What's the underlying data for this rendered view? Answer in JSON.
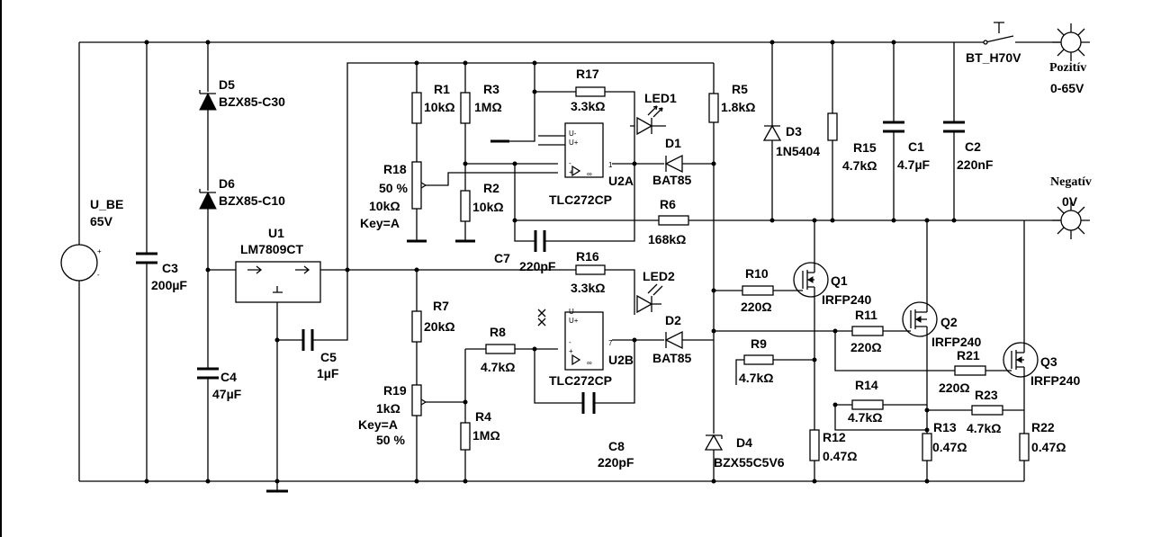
{
  "source_labels": {
    "u_be_name": "U_BE",
    "u_be_value": "65V",
    "plus": "+",
    "minus": "-"
  },
  "terminals": {
    "positive_name": "Pozitív",
    "positive_range": "0-65V",
    "negative_name": "Negatív",
    "negative_value": "0V",
    "switch_name": "BT_H70V"
  },
  "regulator": {
    "name": "U1",
    "part": "LM7809CT"
  },
  "opamps": {
    "u2a": {
      "name": "U2A",
      "part": "TLC272CP"
    },
    "u2b": {
      "name": "U2B",
      "part": "TLC272CP"
    },
    "pin_labels": {
      "u_minus": "U-",
      "u_plus": "U+",
      "minus": "-",
      "plus": "+",
      "inf": "∞",
      "n1": "1",
      "n7": "7"
    }
  },
  "diodes": {
    "d5": {
      "name": "D5",
      "part": "BZX85-C30"
    },
    "d6": {
      "name": "D6",
      "part": "BZX85-C10"
    },
    "d1": {
      "name": "D1",
      "part": "BAT85"
    },
    "d2": {
      "name": "D2",
      "part": "BAT85"
    },
    "d3": {
      "name": "D3",
      "part": "1N5404"
    },
    "d4": {
      "name": "D4",
      "part": "BZX55C5V6"
    },
    "led1": {
      "name": "LED1"
    },
    "led2": {
      "name": "LED2"
    }
  },
  "capacitors": {
    "c1": {
      "name": "C1",
      "value": "4.7µF"
    },
    "c2": {
      "name": "C2",
      "value": "220nF"
    },
    "c3": {
      "name": "C3",
      "value": "200µF"
    },
    "c4": {
      "name": "C4",
      "value": "47µF"
    },
    "c5": {
      "name": "C5",
      "value": "1µF"
    },
    "c7": {
      "name": "C7",
      "value": "220pF"
    },
    "c8": {
      "name": "C8",
      "value": "220pF"
    }
  },
  "resistors": {
    "r1": {
      "name": "R1",
      "value": "10kΩ"
    },
    "r2": {
      "name": "R2",
      "value": "10kΩ"
    },
    "r3": {
      "name": "R3",
      "value": "1MΩ"
    },
    "r4": {
      "name": "R4",
      "value": "1MΩ"
    },
    "r5": {
      "name": "R5",
      "value": "1.8kΩ"
    },
    "r6": {
      "name": "R6",
      "value": "168kΩ"
    },
    "r7": {
      "name": "R7",
      "value": "20kΩ"
    },
    "r8": {
      "name": "R8",
      "value": "4.7kΩ"
    },
    "r9": {
      "name": "R9",
      "value": "4.7kΩ"
    },
    "r10": {
      "name": "R10",
      "value": "220Ω"
    },
    "r11": {
      "name": "R11",
      "value": "220Ω"
    },
    "r12": {
      "name": "R12",
      "value": "0.47Ω"
    },
    "r13": {
      "name": "R13",
      "value": "0.47Ω"
    },
    "r14": {
      "name": "R14",
      "value": "4.7kΩ"
    },
    "r15": {
      "name": "R15",
      "value": "4.7kΩ"
    },
    "r16": {
      "name": "R16",
      "value": "3.3kΩ"
    },
    "r17": {
      "name": "R17",
      "value": "3.3kΩ"
    },
    "r21": {
      "name": "R21",
      "value": "220Ω"
    },
    "r22": {
      "name": "R22",
      "value": "0.47Ω"
    },
    "r23": {
      "name": "R23",
      "value": "4.7kΩ"
    }
  },
  "potentiometers": {
    "r18": {
      "name": "R18",
      "percent": "50 %",
      "value": "10kΩ",
      "key": "Key=A"
    },
    "r19": {
      "name": "R19",
      "value": "1kΩ",
      "key": "Key=A",
      "percent": "50 %"
    }
  },
  "transistors": {
    "q1": {
      "name": "Q1",
      "part": "IRFP240"
    },
    "q2": {
      "name": "Q2",
      "part": "IRFP240"
    },
    "q3": {
      "name": "Q3",
      "part": "IRFP240"
    }
  },
  "colors": {
    "ink": "#000000",
    "background": "#ffffff"
  }
}
